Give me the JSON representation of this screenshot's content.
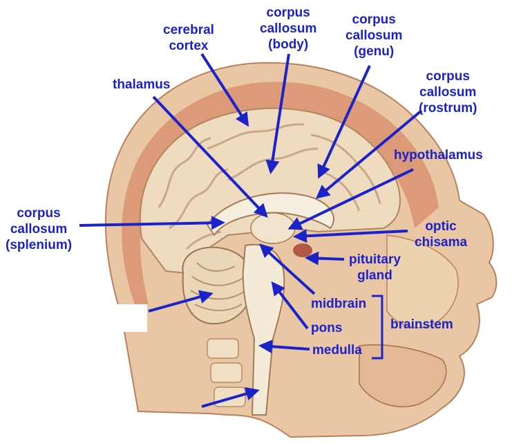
{
  "labels": {
    "cerebral_cortex": [
      "cerebral",
      "cortex"
    ],
    "corpus_callosum_body": [
      "corpus",
      "callosum",
      "(body)"
    ],
    "corpus_callosum_genu": [
      "corpus",
      "callosum",
      "(genu)"
    ],
    "corpus_callosum_rostrum": [
      "corpus",
      "callosum",
      "(rostrum)"
    ],
    "thalamus": "thalamus",
    "hypothalamus": "hypothalamus",
    "corpus_callosum_splenium": [
      "corpus",
      "callosum",
      "(splenium)"
    ],
    "optic_chisama": [
      "optic",
      "chisama"
    ],
    "pituitary_gland": [
      "pituitary",
      "gland"
    ],
    "midbrain": "midbrain",
    "pons": "pons",
    "medulla": "medulla",
    "brainstem": "brainstem"
  },
  "colors": {
    "label": "#1a22c8",
    "arrow": "#1a22c8",
    "skin": "#e8c9a8",
    "tissue": "#c9704f",
    "brain": "#efdcc0",
    "brain_fold": "#c7a987",
    "bone": "#f3e7d3"
  }
}
